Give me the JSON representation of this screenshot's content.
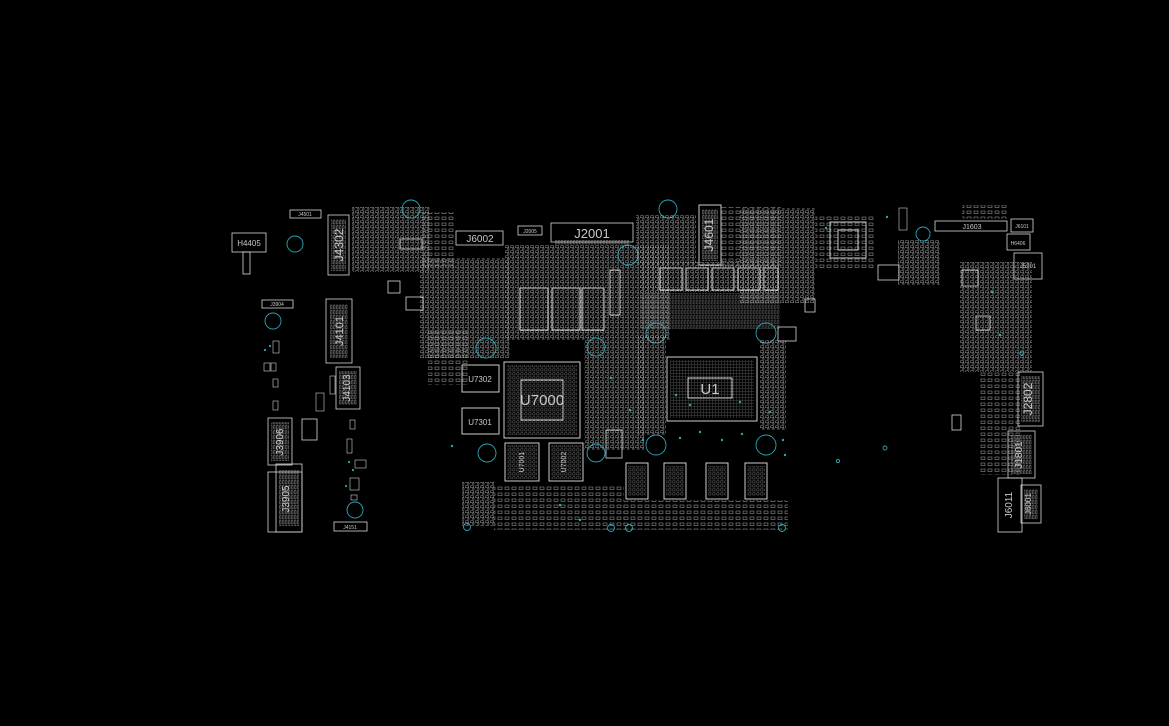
{
  "board": {
    "background": "#000000",
    "colors": {
      "silkscreen": "#d8d8d8",
      "via": "#2aa7b5"
    },
    "labels": {
      "h4405": "H4405",
      "j4501": "J4501",
      "j4302": "J4302",
      "j3904": "J3904",
      "j4101": "J4101",
      "j4103": "J4103",
      "j3906": "J3906",
      "j3905": "J3905",
      "j4151": "J4151",
      "j6002": "J6002",
      "j2005": "J2005",
      "j2001": "J2001",
      "j4601": "J4601",
      "j1603": "J1603",
      "j6101": "J6101",
      "h6406": "H6406",
      "j5201": "J5201",
      "u7302": "U7302",
      "u7301": "U7301",
      "u7000": "U7000",
      "u7001": "U7001",
      "u7002": "U7002",
      "u1": "U1",
      "j2802": "J2802",
      "j1801": "J1801",
      "j6011": "J6011",
      "j6001": "J6001"
    }
  }
}
